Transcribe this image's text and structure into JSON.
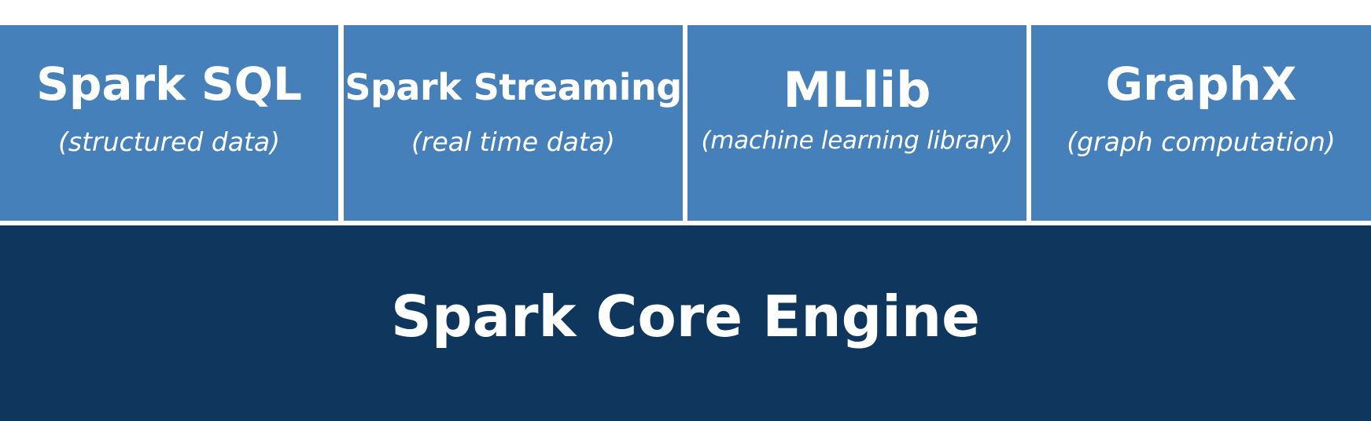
{
  "modules": [
    {
      "name": "Spark SQL",
      "description": "(structured data)"
    },
    {
      "name": "Spark Streaming",
      "description": "(real time data)"
    },
    {
      "name": "MLlib",
      "description": "(machine learning library)"
    },
    {
      "name": "GraphX",
      "description": "(graph computation)"
    }
  ],
  "core": {
    "name": "Spark Core Engine"
  },
  "colors": {
    "module_fill": "#4580bb",
    "core_fill": "#0f365c",
    "text": "#ffffff",
    "background": "#ffffff"
  }
}
